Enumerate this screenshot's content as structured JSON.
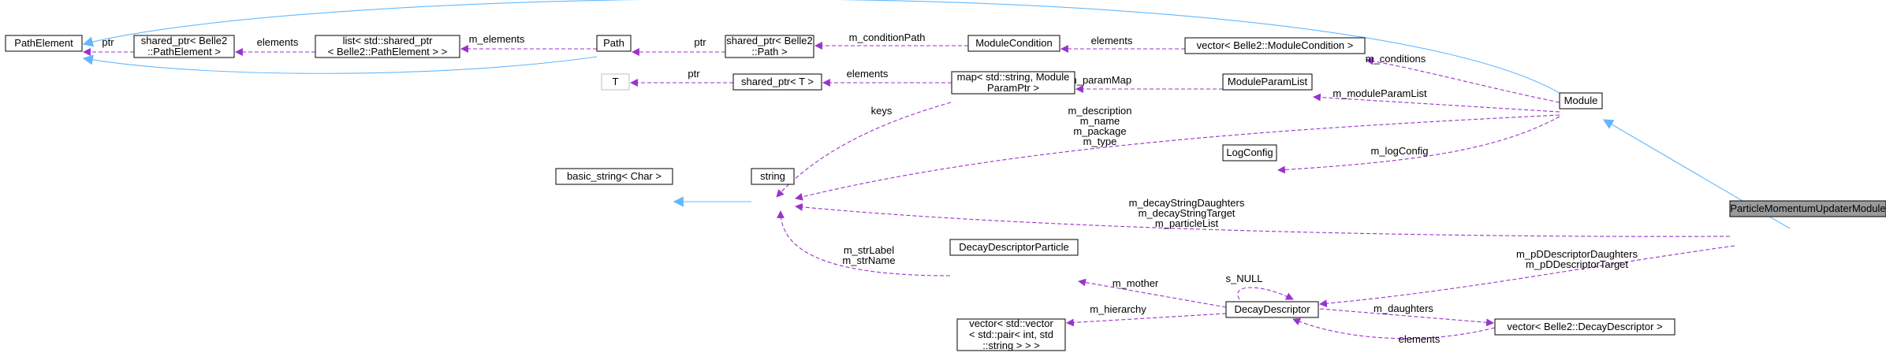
{
  "colors": {
    "usage_edge": "#9a32cd",
    "inheritance_edge": "#63b8ff",
    "focus_node_fill": "#9a9a9a",
    "node_border": "#000000"
  },
  "nodes": {
    "PathElement": [
      "PathElement"
    ],
    "SharedPathElement": [
      "shared_ptr< Belle2",
      "::PathElement >"
    ],
    "ListPathElement": [
      "list< std::shared_ptr",
      "< Belle2::PathElement > >"
    ],
    "Path": [
      "Path"
    ],
    "SharedPath": [
      "shared_ptr< Belle2",
      "::Path >"
    ],
    "ModuleCondition": [
      "ModuleCondition"
    ],
    "VectorModuleCondition": [
      "vector< Belle2::ModuleCondition >"
    ],
    "Module": [
      "Module"
    ],
    "T": [
      "T"
    ],
    "SharedT": [
      "shared_ptr< T >"
    ],
    "MapParam": [
      "map< std::string, Module",
      "ParamPtr >"
    ],
    "ModuleParamList": [
      "ModuleParamList"
    ],
    "LogConfig": [
      "LogConfig"
    ],
    "BasicString": [
      "basic_string< Char >"
    ],
    "String": [
      "string"
    ],
    "ParticleMomentumUpdaterModule": [
      "ParticleMomentumUpdaterModule"
    ],
    "DecayDescriptorParticle": [
      "DecayDescriptorParticle"
    ],
    "DecayDescriptor": [
      "DecayDescriptor"
    ],
    "VectorPairs": [
      "vector< std::vector",
      "< std::pair< int, std",
      "::string > > >"
    ],
    "VectorDecayDescriptor": [
      "vector< Belle2::DecayDescriptor >"
    ]
  },
  "edge_labels": {
    "ptr_path_element": [
      "ptr"
    ],
    "elements_path_element": [
      "elements"
    ],
    "m_elements": [
      "m_elements"
    ],
    "ptr_path": [
      "ptr"
    ],
    "m_conditionPath": [
      "m_conditionPath"
    ],
    "elements_module_condition": [
      "elements"
    ],
    "m_conditions": [
      "m_conditions"
    ],
    "ptr_t": [
      "ptr"
    ],
    "elements_map": [
      "elements"
    ],
    "m_paramMap": [
      "m_paramMap"
    ],
    "m_moduleParamList": [
      "m_moduleParamList"
    ],
    "keys": [
      "keys"
    ],
    "module_strings": [
      "m_description",
      "m_name",
      "m_package",
      "m_type"
    ],
    "m_logConfig": [
      "m_logConfig"
    ],
    "updater_strings": [
      "m_decayStringDaughters",
      "m_decayStringTarget",
      "m_particleList"
    ],
    "particle_strings": [
      "m_strLabel",
      "m_strName"
    ],
    "descriptors": [
      "m_pDDescriptorDaughters",
      "m_pDDescriptorTarget"
    ],
    "s_null": [
      "s_NULL"
    ],
    "m_mother": [
      "m_mother"
    ],
    "m_hierarchy": [
      "m_hierarchy"
    ],
    "m_daughters": [
      "m_daughters"
    ],
    "elements_decay": [
      "elements"
    ]
  }
}
